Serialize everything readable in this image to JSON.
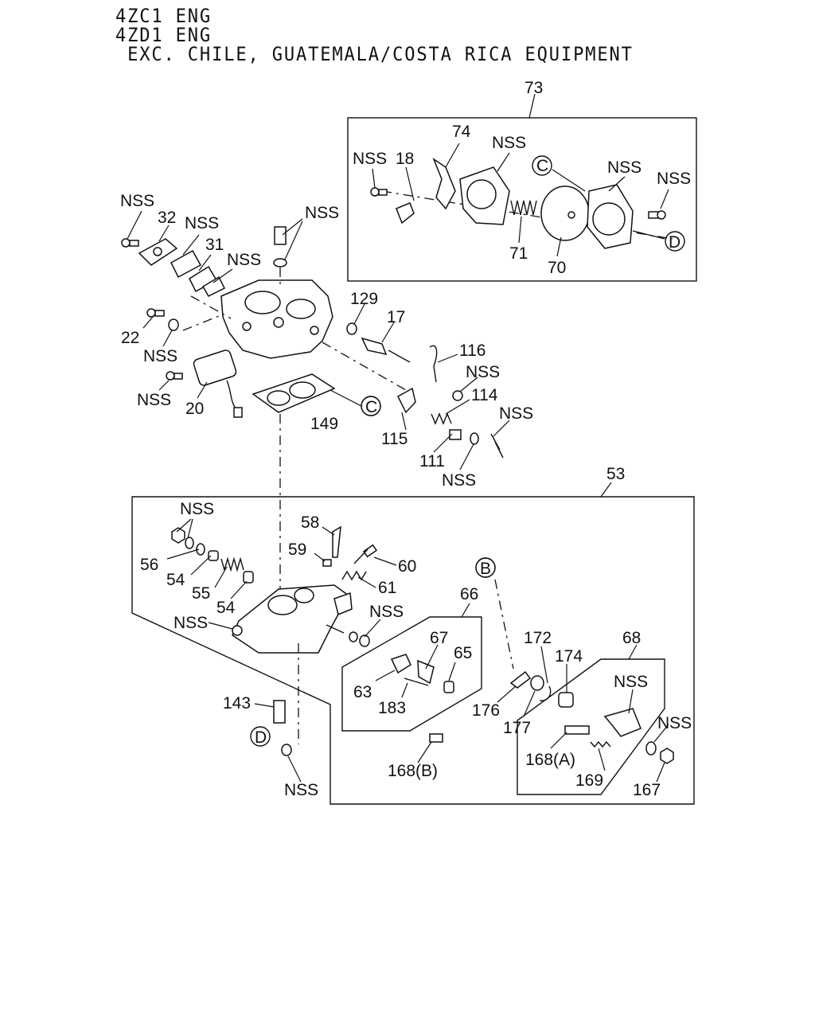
{
  "header": {
    "line1": "4ZC1 ENG",
    "line2": "4ZD1 ENG",
    "line3": " EXC. CHILE, GUATEMALA/COSTA RICA EQUIPMENT"
  },
  "callouts": {
    "c73": "73",
    "c74": "74",
    "c18": "18",
    "nss_tl": "NSS",
    "nss_73a": "NSS",
    "c_circle_top": "C",
    "nss_73b": "NSS",
    "nss_73c": "NSS",
    "d_circle_top": "D",
    "c71": "71",
    "c70": "70",
    "nss_32": "NSS",
    "c32": "32",
    "nss_31": "NSS",
    "c31": "31",
    "nss_box": "NSS",
    "nss_bolt": "NSS",
    "c129": "129",
    "c17": "17",
    "c22": "22",
    "nss_22": "NSS",
    "nss_20": "NSS",
    "c20": "20",
    "c116": "116",
    "nss_116": "NSS",
    "c114": "114",
    "c149": "149",
    "c_circle_mid": "C",
    "c115": "115",
    "nss_111": "NSS",
    "c111": "111",
    "nss_111b": "NSS",
    "c53": "53",
    "nss_56": "NSS",
    "c58": "58",
    "c59": "59",
    "c56": "56",
    "c54a": "54",
    "c55": "55",
    "c54b": "54",
    "c60": "60",
    "c61": "61",
    "b_circle": "B",
    "c66": "66",
    "nss_body": "NSS",
    "nss_63": "NSS",
    "c67": "67",
    "c65": "65",
    "c63": "63",
    "c183": "183",
    "c172": "172",
    "c174": "174",
    "c68": "68",
    "nss_68": "NSS",
    "c176": "176",
    "c177": "177",
    "nss_167": "NSS",
    "c143": "143",
    "d_circle_bot": "D",
    "c168a": "168(A)",
    "c169": "169",
    "c167": "167",
    "c168b": "168(B)",
    "nss_bottom": "NSS"
  }
}
